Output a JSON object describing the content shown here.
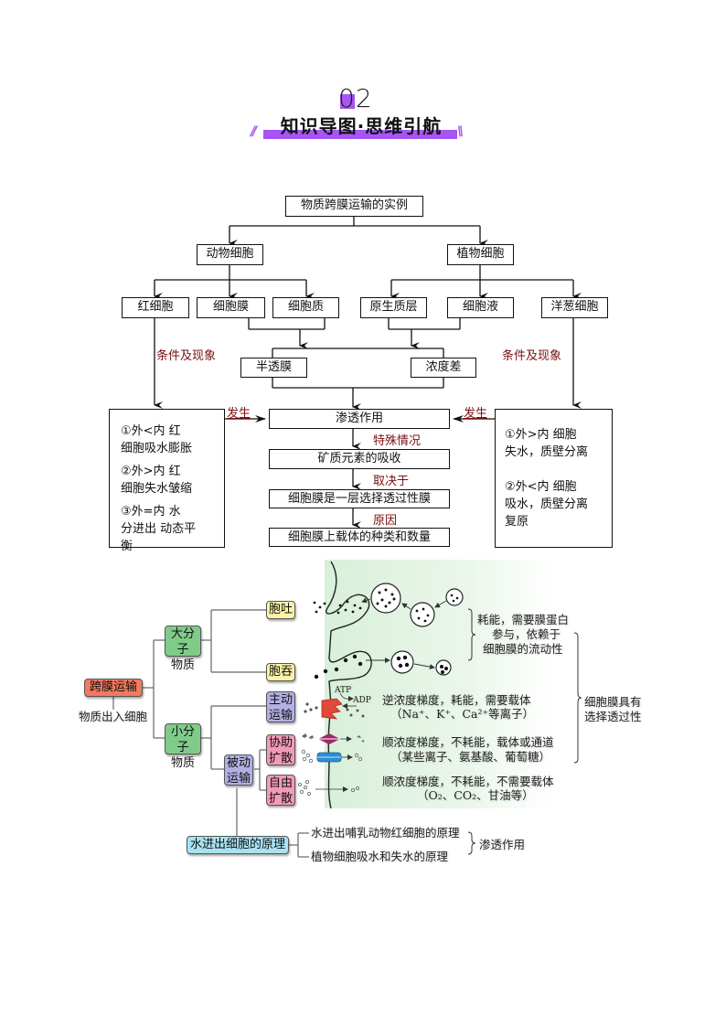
{
  "header": {
    "number": "02",
    "title": "知识导图·思维引航",
    "slash_left": "//",
    "slash_right": "\\\\"
  },
  "flowchart": {
    "root": "物质跨膜运输的实例",
    "animal": "动物细胞",
    "plant": "植物细胞",
    "red_cell": "红细胞",
    "cell_membrane": "细胞膜",
    "cytoplasm": "细胞质",
    "protoplast_layer": "原生质层",
    "cell_sap": "细胞液",
    "onion_cell": "洋葱细胞",
    "semi_permeable": "半透膜",
    "concentration_diff": "浓度差",
    "osmosis": "渗透作用",
    "mineral_absorption": "矿质元素的吸收",
    "selective_membrane": "细胞膜是一层选择透过性膜",
    "carrier_types": "细胞膜上载体的种类和数量",
    "label_condition_left": "条件及现象",
    "label_condition_right": "条件及现象",
    "label_occur_left": "发生",
    "label_occur_right": "发生",
    "label_special": "特殊情况",
    "label_depends": "取决于",
    "label_reason": "原因",
    "left_box": [
      "①外<内  红",
      "细胞吸水膨胀",
      "②外>内  红",
      "细胞失水皱缩",
      "③外=内  水",
      "分进出 动态平",
      "衡"
    ],
    "right_box": [
      "①外>内  细胞",
      "失水，质壁分离",
      "②外<内  细胞",
      "吸水，质壁分离",
      "复原"
    ]
  },
  "mindmap": {
    "root": "跨膜运输",
    "root_sub": "物质出入细胞",
    "macro": "大分子物质",
    "macro_l1": "大分子",
    "macro_l2": "物质",
    "micro_l1": "小分子",
    "micro_l2": "物质",
    "exocytosis": "胞吐",
    "endocytosis": "胞吞",
    "active_l1": "主动",
    "active_l2": "运输",
    "passive_l1": "被动",
    "passive_l2": "运输",
    "facilitated_l1": "协助",
    "facilitated_l2": "扩散",
    "free_l1": "自由",
    "free_l2": "扩散",
    "water_principle": "水进出细胞的原理",
    "water_item1": "水进出哺乳动物红细胞的原理",
    "water_item2": "植物细胞吸水和失水的原理",
    "osmosis": "渗透作用",
    "bulk_desc_l1": "耗能，需要膜蛋白",
    "bulk_desc_l2": "参与，依赖于",
    "bulk_desc_l3": "细胞膜的流动性",
    "active_desc_l1": "逆浓度梯度，耗能，需要载体",
    "active_desc_l2": "（Na⁺、K⁺、Ca²⁺等离子）",
    "facilitated_desc_l1": "顺浓度梯度，不耗能，载体或通道",
    "facilitated_desc_l2": "（某些离子、氨基酸、葡萄糖）",
    "free_desc_l1": "顺浓度梯度，不耗能，不需要载体",
    "free_desc_l2": "（O₂、CO₂、甘油等）",
    "selective_l1": "细胞膜具有",
    "selective_l2": "选择透过性",
    "atp": "ATP",
    "adp": "ADP"
  },
  "colors": {
    "accent_purple": "#a855f7",
    "label_red": "#7a1010",
    "mm_root": "#f27a5e",
    "mm_green": "#7fcc8a",
    "mm_yellow": "#fbf3a6",
    "mm_purple": "#b3b0e4",
    "mm_pink": "#f49ab9",
    "mm_cyan": "#a8e2f2"
  }
}
